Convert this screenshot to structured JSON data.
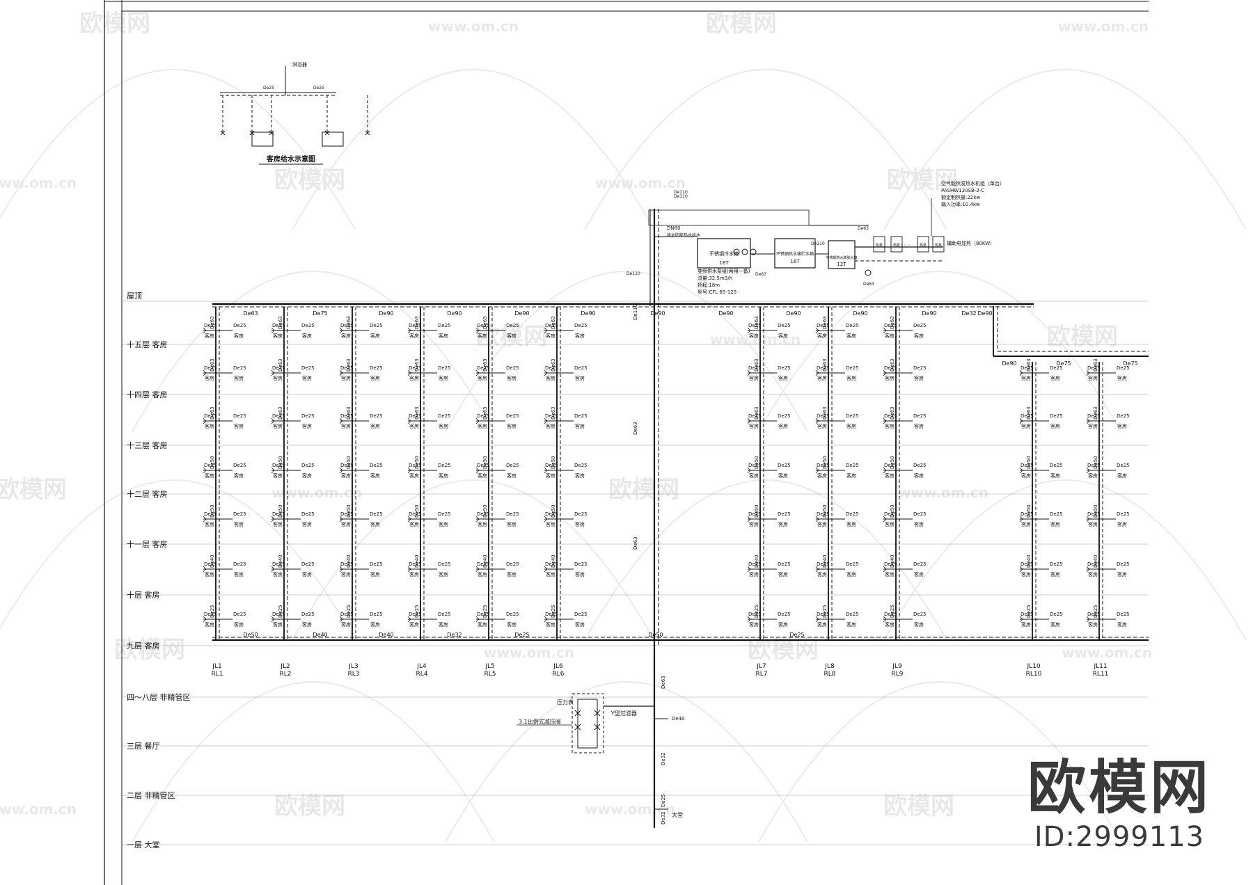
{
  "watermark": {
    "brand": "欧模网",
    "site": "www.om.cn",
    "id_label": "ID:2999113"
  },
  "detail": {
    "title": "客房给水示意图",
    "top_label": "淋浴器",
    "pipe_labels": [
      "De25",
      "De25"
    ]
  },
  "floors": [
    {
      "label": "屋顶"
    },
    {
      "label": "十五层  客房"
    },
    {
      "label": "十四层  客房"
    },
    {
      "label": "十三层  客房"
    },
    {
      "label": "十二层  客房"
    },
    {
      "label": "十一层  客房"
    },
    {
      "label": "十层  客房"
    },
    {
      "label": "九层  客房"
    },
    {
      "label": "四～八层  非精管区"
    },
    {
      "label": "三层  餐厅"
    },
    {
      "label": "二层  非精管区"
    },
    {
      "label": "一层  大堂"
    }
  ],
  "risers": [
    {
      "jl": "JL1",
      "rl": "RL1"
    },
    {
      "jl": "JL2",
      "rl": "RL2"
    },
    {
      "jl": "JL3",
      "rl": "RL3"
    },
    {
      "jl": "JL4",
      "rl": "RL4"
    },
    {
      "jl": "JL5",
      "rl": "RL5"
    },
    {
      "jl": "JL6",
      "rl": "RL6"
    },
    {
      "jl": "JL7",
      "rl": "RL7"
    },
    {
      "jl": "JL8",
      "rl": "RL8"
    },
    {
      "jl": "JL9",
      "rl": "RL9"
    },
    {
      "jl": "JL10",
      "rl": "RL10"
    },
    {
      "jl": "JL11",
      "rl": "RL11"
    }
  ],
  "room_label": "客房",
  "branch_size": "De25",
  "riser_sizes": [
    "De63",
    "De63",
    "De63",
    "De50",
    "De50",
    "De40",
    "De25"
  ],
  "top_main_sizes": [
    "De63",
    "De75",
    "De90",
    "De90",
    "De90",
    "De90",
    "De90",
    "De90",
    "De90",
    "De90",
    "De90",
    "De32",
    "De90"
  ],
  "bottom_main_sizes": [
    "De50",
    "De40",
    "De40",
    "De32",
    "De25",
    "De50",
    "De25"
  ],
  "right_main_sizes": [
    "De90",
    "De75",
    "De75"
  ],
  "equipment": {
    "tank1": {
      "name": "不锈钢冷水箱",
      "capacity": "16T"
    },
    "tank2": {
      "name": "不锈钢热水箱贮水箱",
      "capacity": "16T"
    },
    "tank3": {
      "name": "不锈钢热水膨胀水箱",
      "capacity": "12T"
    },
    "heat_pump": "热泵",
    "heat_pump_note": "辅助电加热（80KW）",
    "hp_model_lines": [
      "空气能热泵热水机组（单台）",
      "PASHW130SB-2-C",
      "额定制热量:22kw",
      "输入功率:10.4kw"
    ],
    "pump_lines": [
      "变频供水泵组(两用一备)",
      "流量:32.5m3/h",
      "扬程:18m",
      "型号:CFL 65-125"
    ],
    "dn_label": "DN80",
    "hot_riser_label": "接太阳能热水给水",
    "upper_pipe_sizes": [
      "De110",
      "De110",
      "De63",
      "De63",
      "De110",
      "De63",
      "De110"
    ],
    "valve_station": {
      "pressure_gauge": "压力表",
      "filter": "Y型过滤器",
      "prv": "3.1比例式减压阀"
    },
    "lower_pipe_sizes": [
      "De63",
      "De40",
      "De32",
      "De25",
      "De32"
    ],
    "lobby_label": "大堂"
  }
}
